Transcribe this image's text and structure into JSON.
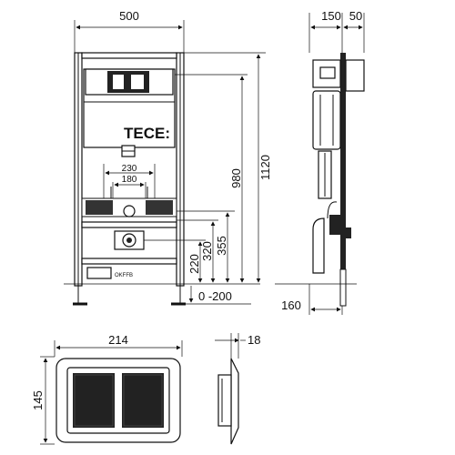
{
  "front_view": {
    "brand": "TECE:",
    "width_label": "500",
    "height_1120": "1120",
    "height_980": "980",
    "height_355": "355",
    "height_320": "320",
    "height_220": "220",
    "adjust_label": "0 -200",
    "spacing_230": "230",
    "spacing_180": "180",
    "okffb_label": "OKFFB"
  },
  "side_view": {
    "depth_150": "150",
    "depth_50": "50",
    "floor_offset": "160"
  },
  "flush_plate": {
    "width_label": "214",
    "height_label": "145",
    "depth_label": "18"
  }
}
